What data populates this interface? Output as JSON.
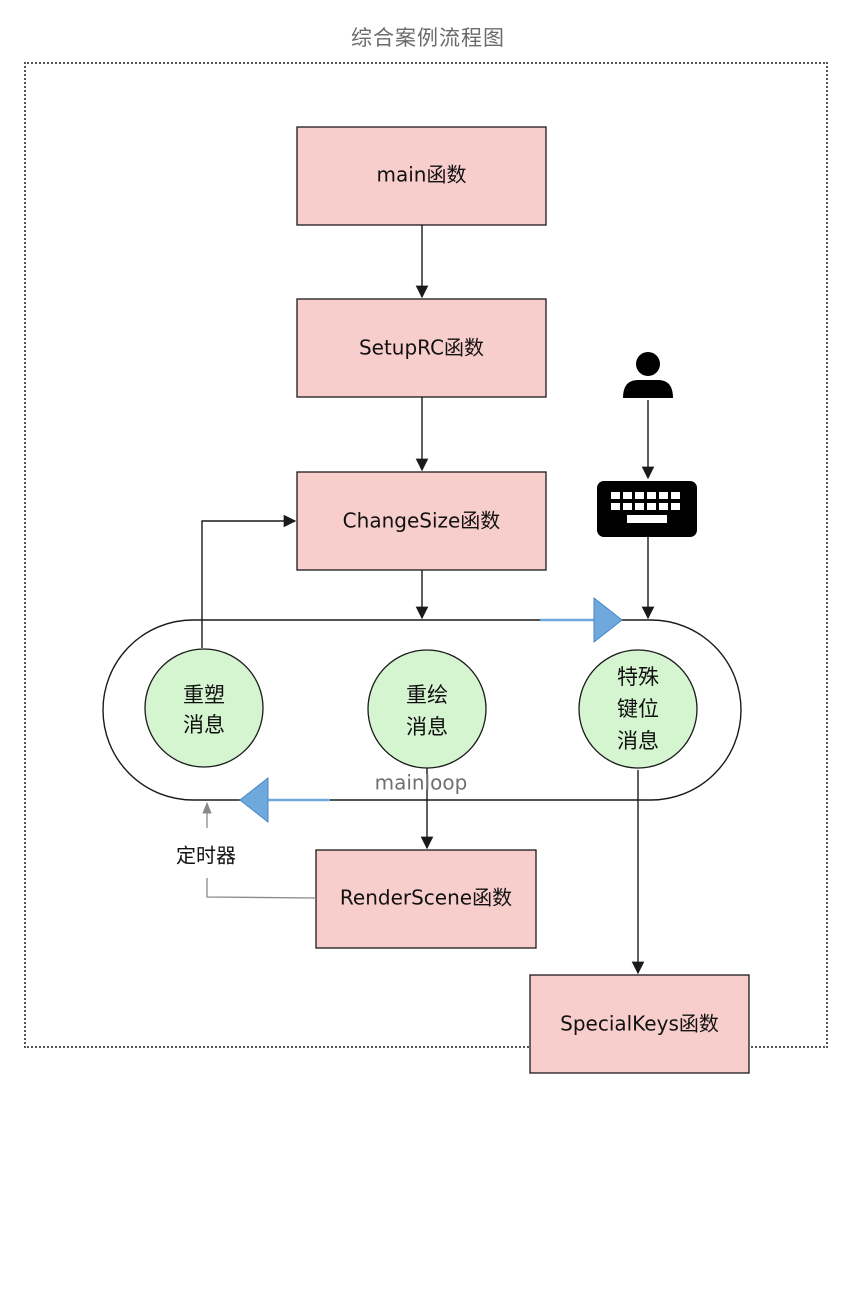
{
  "title": "综合案例流程图",
  "boxes": {
    "main": "main函数",
    "setup": "SetupRC函数",
    "change": "ChangeSize函数",
    "render": "RenderScene函数",
    "special": "SpecialKeys函数"
  },
  "messages": {
    "reshape": [
      "重塑",
      "消息"
    ],
    "redraw": [
      "重绘",
      "消息"
    ],
    "special_key": [
      "特殊",
      "键位",
      "消息"
    ]
  },
  "loop_label": "mainloop",
  "timer_label": "定时器",
  "colors": {
    "function_box": "#f8cecc",
    "message_circle": "#d5f5d0",
    "loop_arrow": "#6fa8dc"
  },
  "icons": [
    "user-icon",
    "keyboard-icon"
  ]
}
